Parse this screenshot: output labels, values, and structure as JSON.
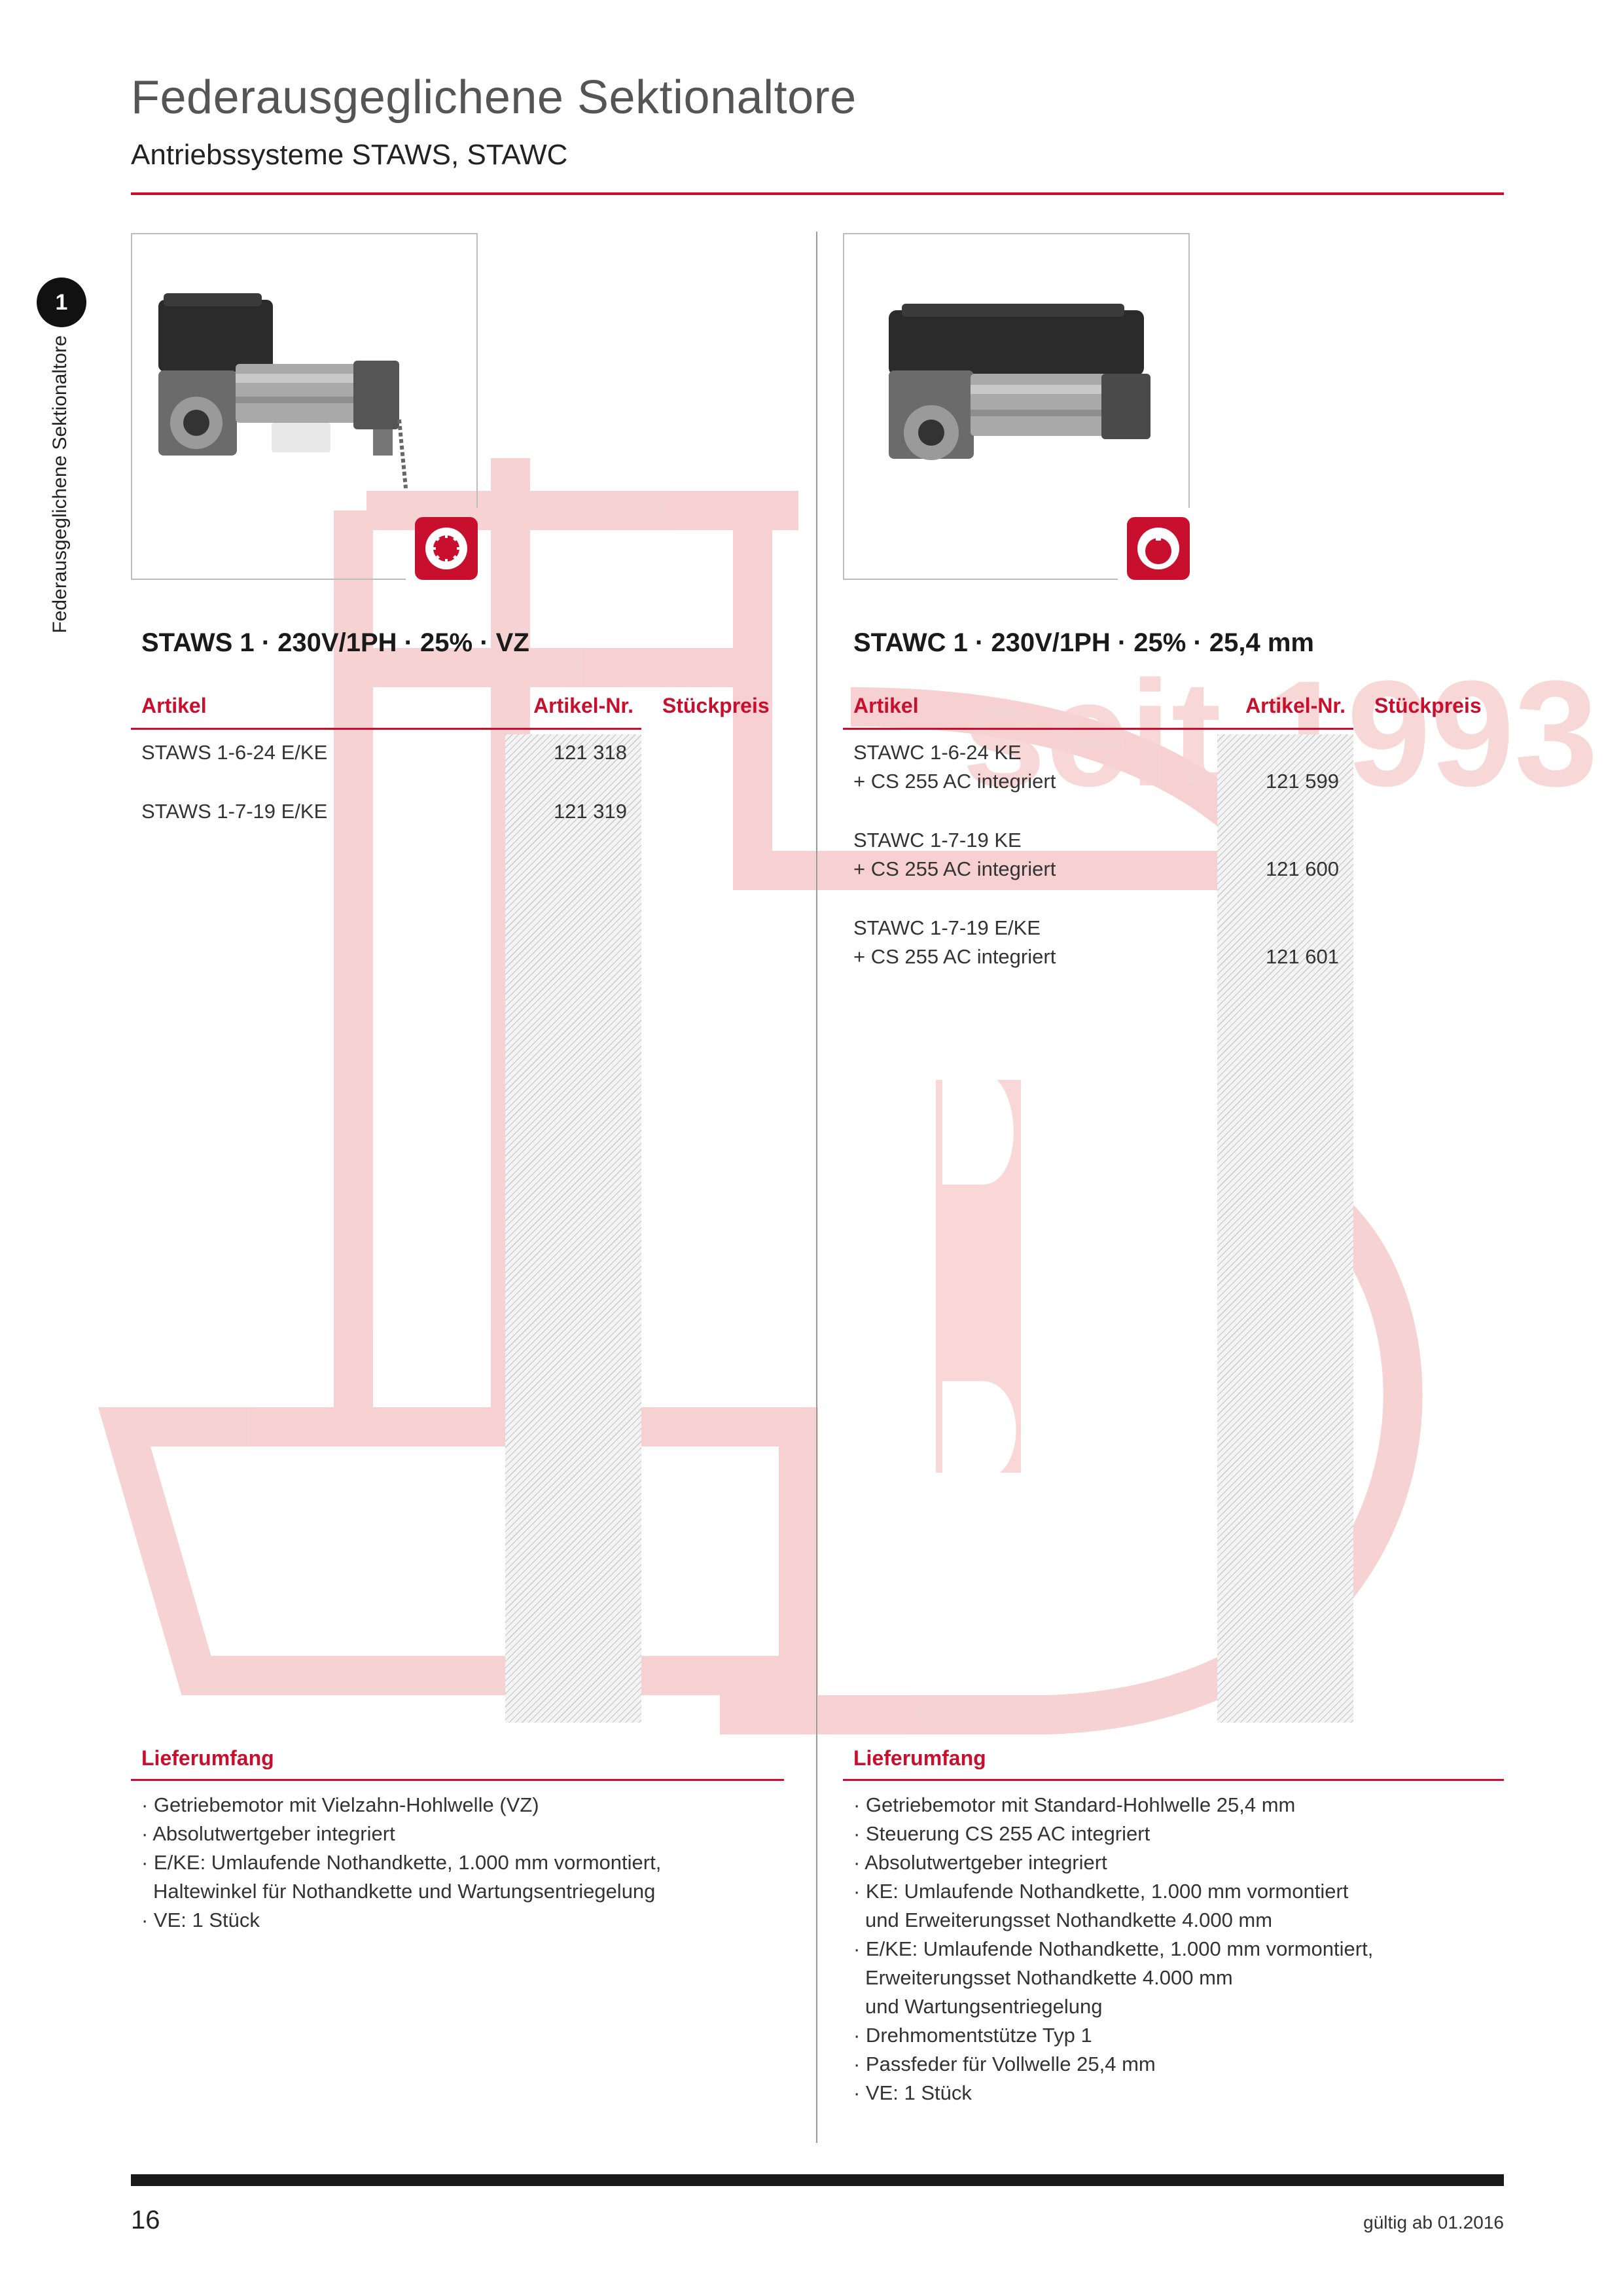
{
  "header": {
    "title": "Federausgeglichene Sektionaltore",
    "subtitle": "Antriebssysteme STAWS, STAWC"
  },
  "sidebar": {
    "chapter_number": "1",
    "label": "Federausgeglichene Sektionaltore"
  },
  "watermark": {
    "text": "seit 1993",
    "color": "#f4c2c2"
  },
  "colors": {
    "accent": "#c8102e",
    "text": "#1a1a1a",
    "rule": "#c8102e"
  },
  "columns": [
    {
      "product_title": "STAWS 1 · 230V/1PH · 25% · VZ",
      "shaft_icon": "multi-spline-hollow-shaft-icon",
      "table_headers": {
        "artikel": "Artikel",
        "artikel_nr": "Artikel-Nr.",
        "stueckpreis": "Stückpreis"
      },
      "rows": [
        {
          "line1": "STAWS 1-6-24 E/KE",
          "line2": "",
          "nr": "121 318"
        },
        {
          "line1": "STAWS 1-7-19 E/KE",
          "line2": "",
          "nr": "121 319"
        }
      ],
      "lieferumfang_title": "Lieferumfang",
      "lieferumfang": [
        "· Getriebemotor mit Vielzahn-Hohlwelle (VZ)",
        "· Absolutwertgeber integriert",
        "· E/KE: Umlaufende Nothandkette, 1.000 mm vormontiert,",
        "  Haltewinkel für Nothandkette und Wartungsentriegelung",
        "· VE: 1 Stück"
      ]
    },
    {
      "product_title": "STAWC 1 · 230V/1PH · 25% · 25,4 mm",
      "shaft_icon": "standard-hollow-shaft-icon",
      "table_headers": {
        "artikel": "Artikel",
        "artikel_nr": "Artikel-Nr.",
        "stueckpreis": "Stückpreis"
      },
      "rows": [
        {
          "line1": "STAWC 1-6-24 KE",
          "line2": "+ CS 255 AC integriert",
          "nr": "121 599"
        },
        {
          "line1": "STAWC 1-7-19 KE",
          "line2": "+ CS 255 AC integriert",
          "nr": "121 600"
        },
        {
          "line1": "STAWC 1-7-19 E/KE",
          "line2": "+ CS 255 AC integriert",
          "nr": "121 601"
        }
      ],
      "lieferumfang_title": "Lieferumfang",
      "lieferumfang": [
        "· Getriebemotor mit Standard-Hohlwelle 25,4 mm",
        "· Steuerung CS 255 AC integriert",
        "· Absolutwertgeber integriert",
        "· KE: Umlaufende Nothandkette, 1.000 mm vormontiert",
        "  und Erweiterungsset Nothandkette 4.000 mm",
        "· E/KE: Umlaufende Nothandkette, 1.000 mm vormontiert,",
        "  Erweiterungsset Nothandkette 4.000 mm",
        "  und Wartungsentriegelung",
        "· Drehmomentstütze Typ 1",
        "· Passfeder für Vollwelle 25,4 mm",
        "· VE: 1 Stück"
      ]
    }
  ],
  "footer": {
    "page_number": "16",
    "validity": "gültig ab 01.2016"
  }
}
